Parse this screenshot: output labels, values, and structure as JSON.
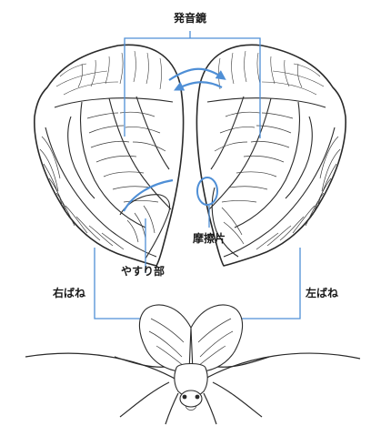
{
  "labels": {
    "sound_file": "発音鏡",
    "file_part": "やすり部",
    "scraper": "摩擦片",
    "right_spring": "右ばね",
    "left_spring": "左ばね"
  },
  "colors": {
    "accent_blue": "#4f8fd6",
    "ink": "#2a2a2a"
  }
}
